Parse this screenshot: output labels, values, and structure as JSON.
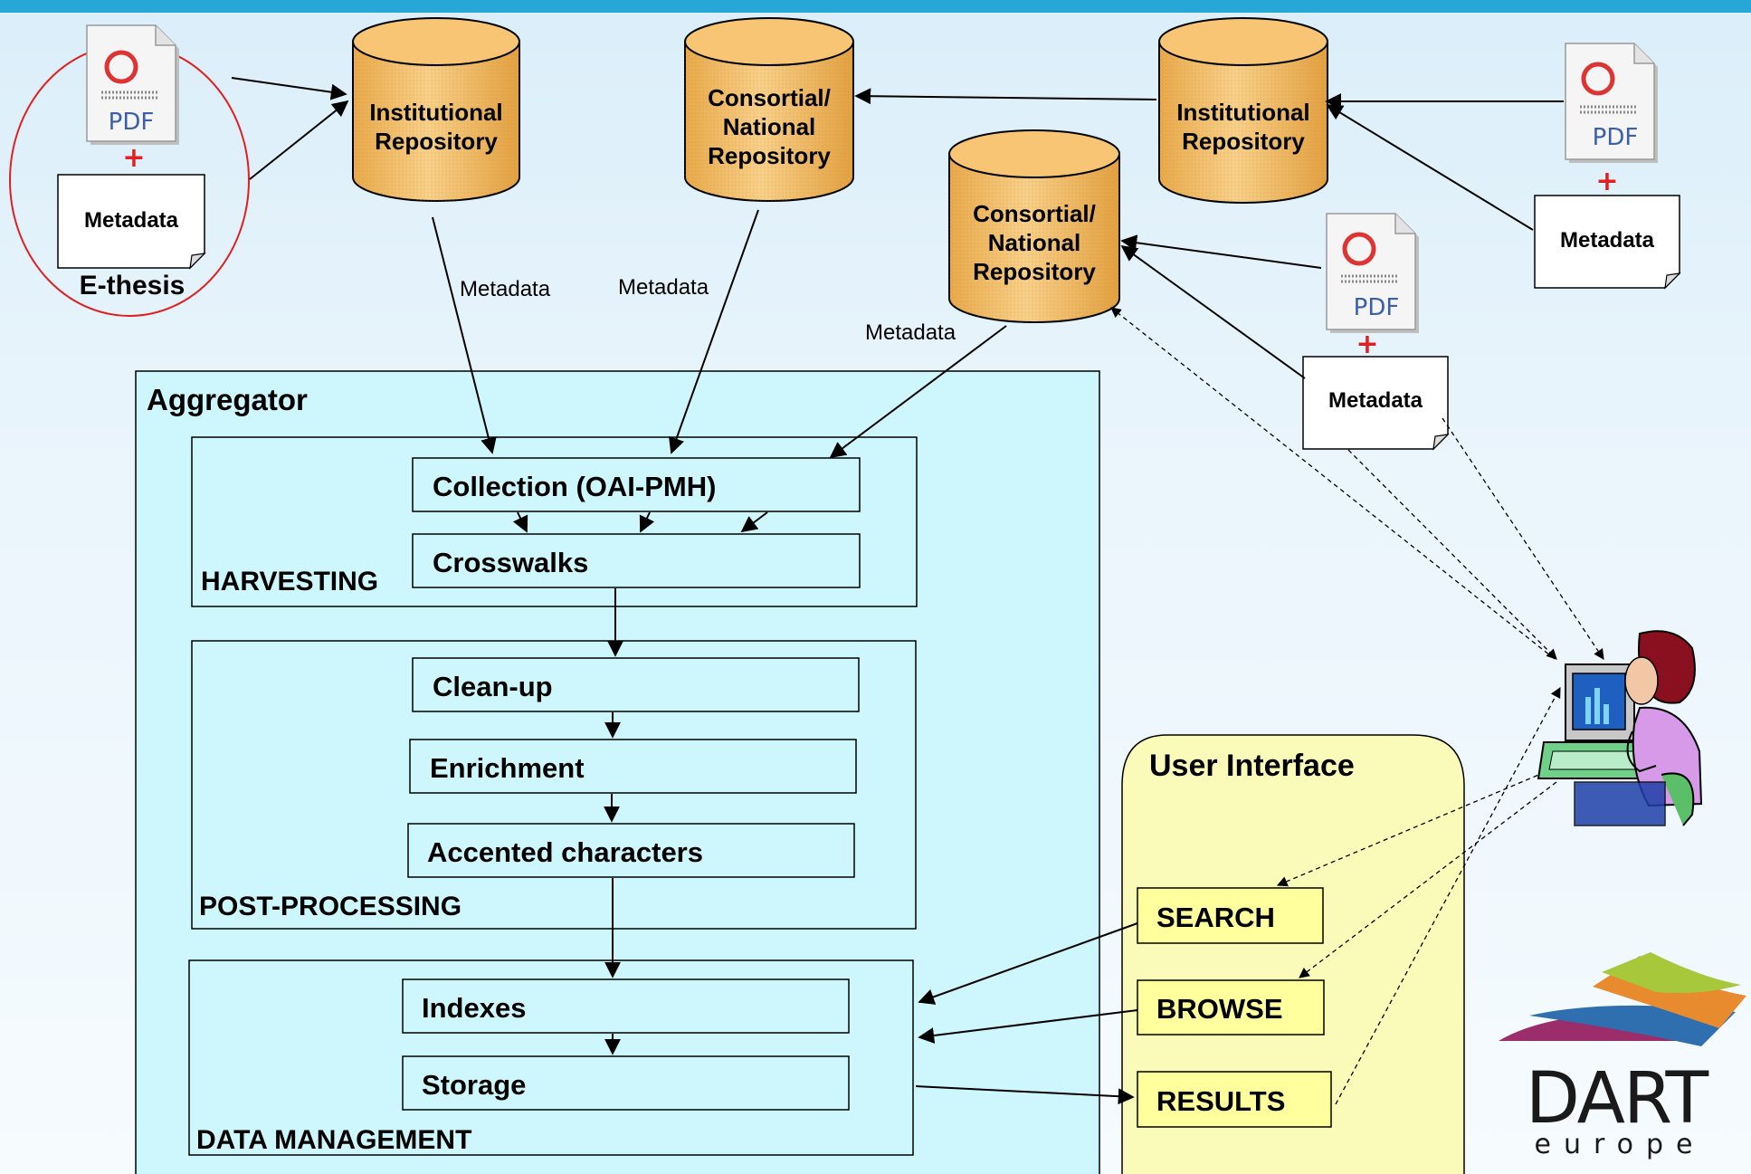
{
  "repositories": {
    "inst_left": {
      "line1": "Institutional",
      "line2": "Repository"
    },
    "cons_top": {
      "line1": "Consortial/",
      "line2": "National",
      "line3": "Repository"
    },
    "inst_right": {
      "line1": "Institutional",
      "line2": "Repository"
    },
    "cons_mid": {
      "line1": "Consortial/",
      "line2": "National",
      "line3": "Repository"
    }
  },
  "ethesis": {
    "pdf_label": "PDF",
    "plus": "+",
    "metadata_label": "Metadata",
    "caption": "E-thesis"
  },
  "docs": {
    "pdf_right_top": "PDF",
    "metadata_right_top": "Metadata",
    "pdf_right_mid": "PDF",
    "metadata_right_mid": "Metadata",
    "plus": "+"
  },
  "edge_labels": {
    "inst_left": "Metadata",
    "cons_top": "Metadata",
    "cons_mid": "Metadata"
  },
  "aggregator": {
    "title": "Aggregator",
    "harvesting": {
      "label": "HARVESTING",
      "collection": "Collection (OAI-PMH)",
      "crosswalks": "Crosswalks"
    },
    "post_processing": {
      "label": "POST-PROCESSING",
      "cleanup": "Clean-up",
      "enrichment": "Enrichment",
      "accented": "Accented characters"
    },
    "data_management": {
      "label": "DATA MANAGEMENT",
      "indexes": "Indexes",
      "storage": "Storage"
    }
  },
  "user_interface": {
    "title": "User Interface",
    "search": "SEARCH",
    "browse": "BROWSE",
    "results": "RESULTS"
  },
  "logo": {
    "word": "DART",
    "sub": "europe"
  },
  "colors": {
    "cylinder": "#f5c36f",
    "aggregator_bg": "#cdf7fc",
    "ui_bg": "#fbfbb9",
    "button_bg": "#ffff9d",
    "header_band": "#27a6d8",
    "ethesis_ring": "#e02020"
  }
}
